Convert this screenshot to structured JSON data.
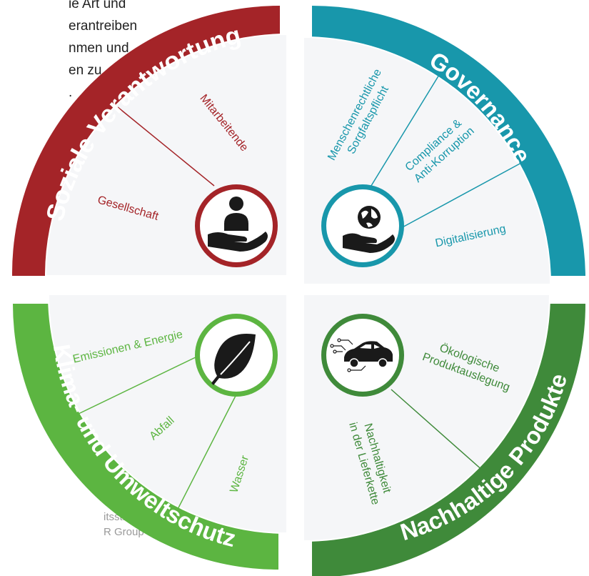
{
  "background_text": {
    "lines": [
      "ie Art und",
      "erantreiben",
      "nmen und",
      "en zu",
      "."
    ]
  },
  "caption": {
    "lines": [
      "itsstrategie der",
      "R Group"
    ]
  },
  "colors": {
    "social": "#a42428",
    "governance": "#1897ab",
    "climate": "#5cb541",
    "products": "#3f8a3a",
    "panel_bg": "#f5f6f8"
  },
  "quadrants": {
    "social": {
      "title": "Soziale Verantwortung",
      "icon": "hand-person-icon",
      "topics": [
        "Mitarbeitende",
        "Gesellschaft"
      ]
    },
    "governance": {
      "title": "Governance",
      "icon": "hand-globe-icon",
      "topics": [
        {
          "line1": "Menschenrechtliche",
          "line2": "Sorgfaltspflicht"
        },
        {
          "line1": "Compliance &",
          "line2": "Anti-Korruption"
        },
        "Digitalisierung"
      ]
    },
    "climate": {
      "title": "Klima- und Umweltschutz",
      "icon": "leaf-icon",
      "topics": [
        "Emissionen & Energie",
        "Abfall",
        "Wasser"
      ]
    },
    "products": {
      "title": "Nachhaltige Produkte",
      "icon": "circuit-car-icon",
      "topics": [
        {
          "line1": "Ökologische",
          "line2": "Produktauslegung"
        },
        {
          "line1": "Nachhaltigkeit",
          "line2": "in der Lieferkette"
        }
      ]
    }
  }
}
